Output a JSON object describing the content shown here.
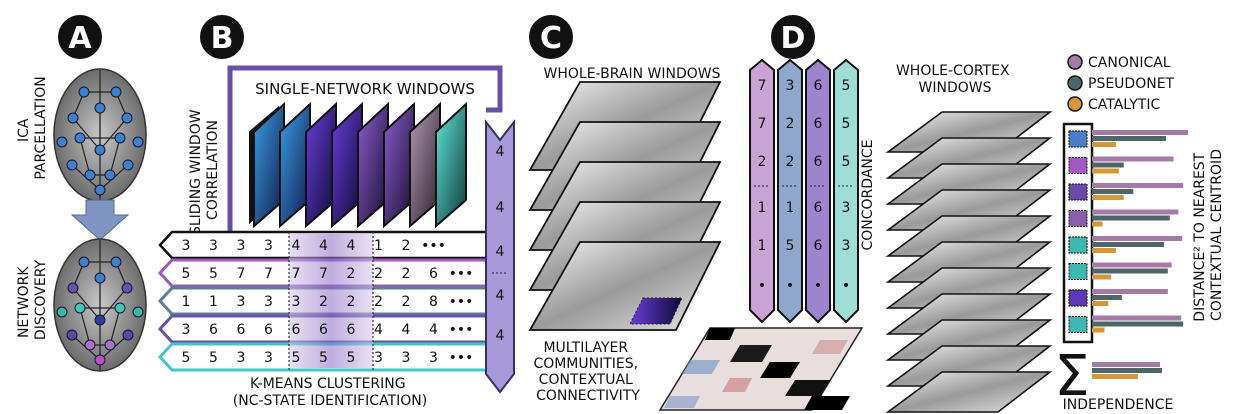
{
  "panels": [
    "A",
    "B",
    "C",
    "D"
  ],
  "panel_a": {
    "top_label": [
      "ICA",
      "PARCELLATION"
    ],
    "bottom_label": [
      "NETWORK",
      "DISCOVERY"
    ]
  },
  "panel_b": {
    "side_label": [
      "SLIDING WINDOW",
      "CORRELATION"
    ],
    "windows_label": "SINGLE-NETWORK WINDOWS",
    "rows": [
      [
        "3",
        "3",
        "3",
        "3",
        "4",
        "4",
        "4",
        "1",
        "2",
        "•••"
      ],
      [
        "5",
        "5",
        "7",
        "7",
        "7",
        "7",
        "2",
        "2",
        "2",
        "6",
        "•••"
      ],
      [
        "1",
        "1",
        "3",
        "3",
        "3",
        "2",
        "2",
        "2",
        "2",
        "8",
        "•••"
      ],
      [
        "3",
        "6",
        "6",
        "6",
        "6",
        "6",
        "6",
        "4",
        "4",
        "4",
        "•••"
      ],
      [
        "5",
        "5",
        "3",
        "3",
        "5",
        "5",
        "5",
        "3",
        "3",
        "3",
        "•••"
      ]
    ],
    "column_values": [
      "4",
      "4",
      "4",
      "4",
      "4"
    ],
    "bottom_label": [
      "K-MEANS CLUSTERING",
      "(NC-STATE IDENTIFICATION)"
    ]
  },
  "panel_c": {
    "title": "WHOLE-BRAIN WINDOWS",
    "bottom_label": [
      "MULTILAYER",
      "COMMUNITIES,",
      "CONTEXTUAL",
      "CONNECTIVITY"
    ]
  },
  "panel_d": {
    "columns": [
      [
        "7",
        "7",
        "2",
        "1",
        "1",
        "•"
      ],
      [
        "3",
        "2",
        "2",
        "1",
        "5",
        "•"
      ],
      [
        "6",
        "6",
        "6",
        "6",
        "6",
        "•"
      ],
      [
        "5",
        "5",
        "5",
        "3",
        "3",
        "•"
      ]
    ],
    "side_label": "CONCORDANCE"
  },
  "panel_e": {
    "title": [
      "WHOLE-CORTEX",
      "WINDOWS"
    ],
    "legend": [
      {
        "label": "CANONICAL",
        "color": "#a57aa8"
      },
      {
        "label": "PSEUDONET",
        "color": "#4f6669"
      },
      {
        "label": "CATALYTIC",
        "color": "#d39838"
      }
    ],
    "bars": [
      {
        "canonical": 1.0,
        "pseudonet": 0.77,
        "catalytic": 0.25
      },
      {
        "canonical": 0.85,
        "pseudonet": 0.33,
        "catalytic": 0.28
      },
      {
        "canonical": 0.95,
        "pseudonet": 0.43,
        "catalytic": 0.33
      },
      {
        "canonical": 0.9,
        "pseudonet": 0.81,
        "catalytic": 0.11
      },
      {
        "canonical": 0.94,
        "pseudonet": 0.75,
        "catalytic": 0.25
      },
      {
        "canonical": 0.83,
        "pseudonet": 0.79,
        "catalytic": 0.2
      },
      {
        "canonical": 0.79,
        "pseudonet": 0.31,
        "catalytic": 0.17
      },
      {
        "canonical": 0.93,
        "pseudonet": 0.95,
        "catalytic": 0.13
      }
    ],
    "sum_symbol": "Σ",
    "bottom_label": "INDEPENDENCE",
    "axis_label": [
      "DISTANCE² TO NEAREST",
      "CONTEXTUAL CENTROID"
    ]
  }
}
